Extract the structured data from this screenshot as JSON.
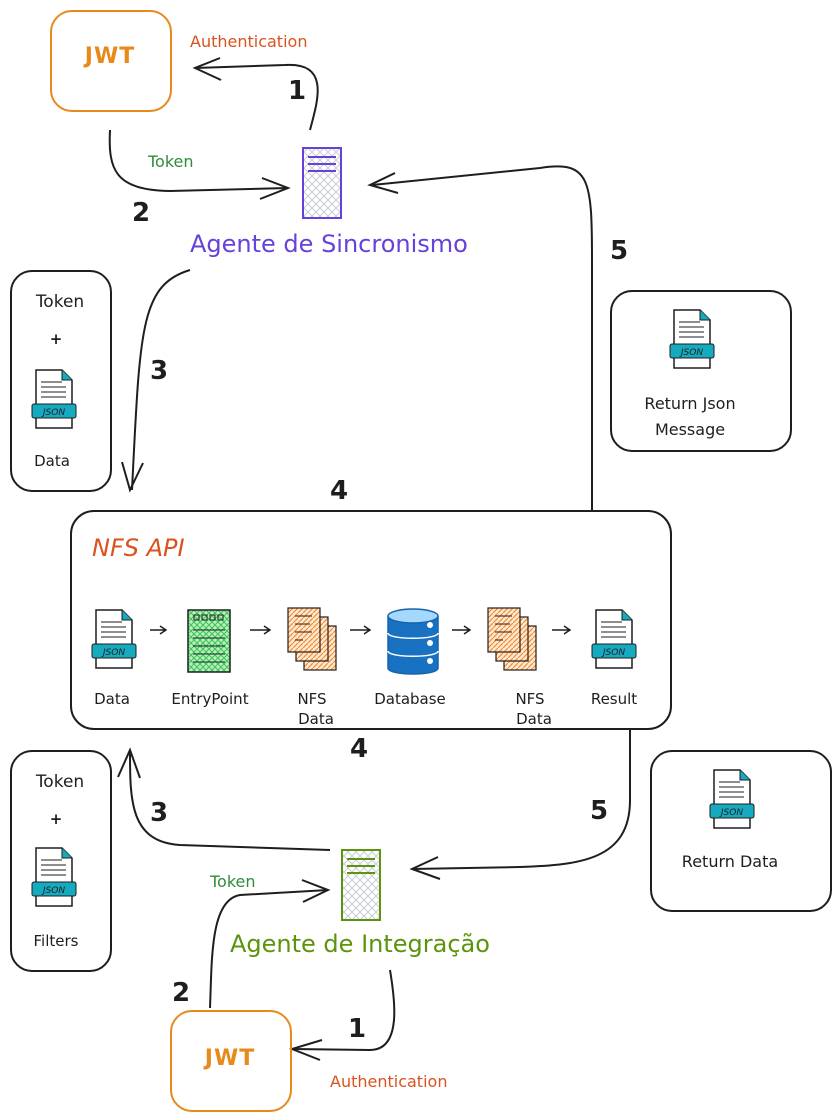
{
  "diagram": {
    "top": {
      "jwt": {
        "label": "JWT",
        "color": "#e8891c"
      },
      "auth_label": "Authentication",
      "token_label": "Token",
      "step1": "1",
      "step2": "2",
      "agent": {
        "label": "Agente de Sincronismo",
        "color": "#6741d9"
      },
      "payload_box": {
        "line1": "Token",
        "plus": "+",
        "doc_badge": "JSON",
        "line3": "Data"
      },
      "step3": "3",
      "step5": "5",
      "return_box": {
        "doc_badge": "JSON",
        "line1": "Return Json",
        "line2": "Message"
      }
    },
    "api": {
      "step4_top": "4",
      "step4_bottom": "4",
      "title": "NFS API",
      "title_color": "#d9531e",
      "pipeline": [
        {
          "icon": "json-document",
          "label": "Data",
          "badge": "JSON"
        },
        {
          "icon": "entrypoint-server",
          "label": "EntryPoint"
        },
        {
          "icon": "stacked-documents",
          "label": "NFS\nData"
        },
        {
          "icon": "database",
          "label": "Database"
        },
        {
          "icon": "stacked-documents",
          "label": "NFS\nData"
        },
        {
          "icon": "json-document",
          "label": "Result",
          "badge": "JSON"
        }
      ],
      "labels": {
        "p0": "Data",
        "p1": "EntryPoint",
        "p2a": "NFS",
        "p2b": "Data",
        "p3": "Database",
        "p4a": "NFS",
        "p4b": "Data",
        "p5": "Result"
      }
    },
    "bottom": {
      "payload_box": {
        "line1": "Token",
        "plus": "+",
        "doc_badge": "JSON",
        "line3": "Filters"
      },
      "step3": "3",
      "step5": "5",
      "return_box": {
        "doc_badge": "JSON",
        "line1": "Return Data"
      },
      "token_label": "Token",
      "agent": {
        "label": "Agente de Integração",
        "color": "#5c940d"
      },
      "step2": "2",
      "step1": "1",
      "jwt": {
        "label": "JWT",
        "color": "#e8891c"
      },
      "auth_label": "Authentication"
    }
  }
}
